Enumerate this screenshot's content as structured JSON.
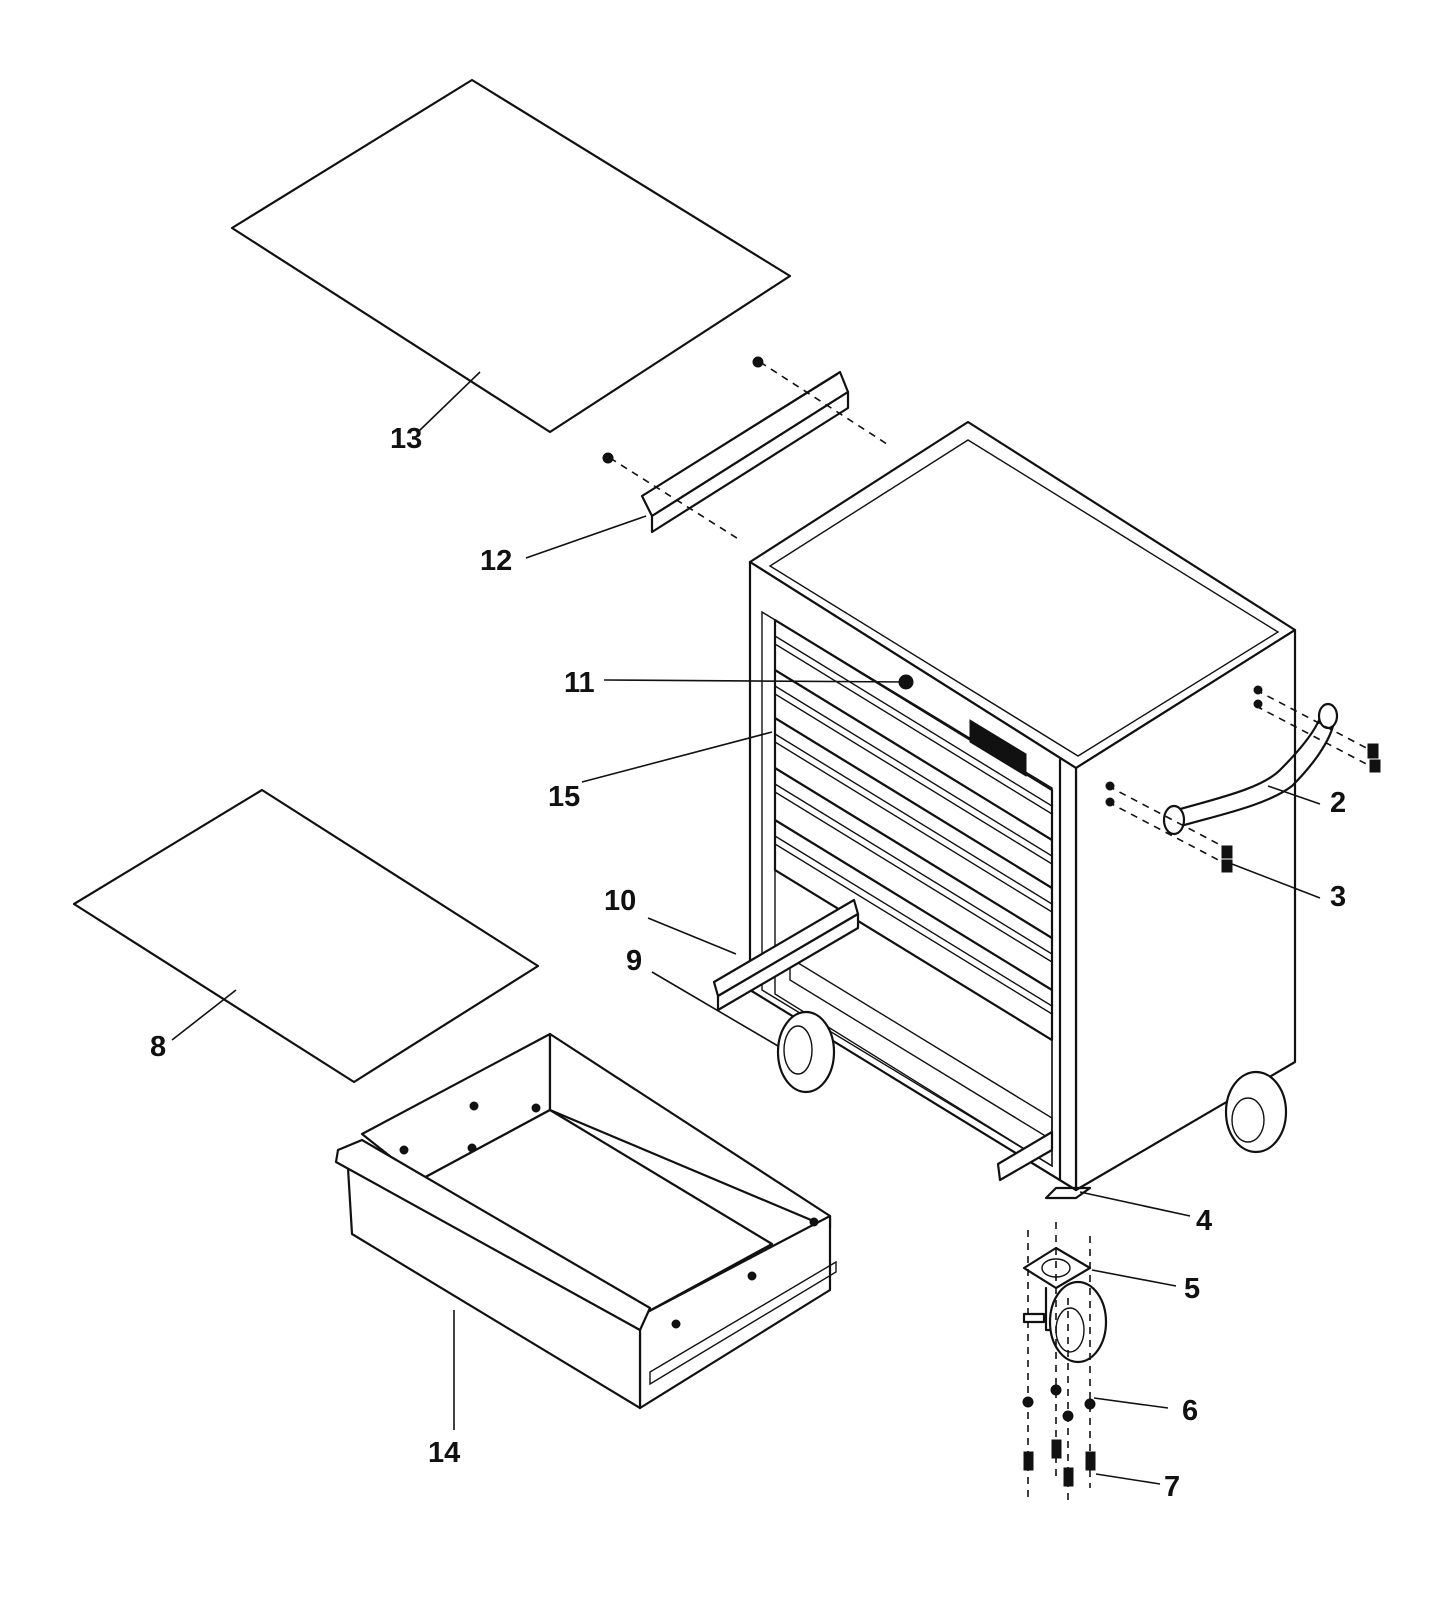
{
  "callouts": {
    "c2": "2",
    "c3": "3",
    "c4": "4",
    "c5": "5",
    "c6": "6",
    "c7": "7",
    "c8": "8",
    "c9": "9",
    "c10": "10",
    "c11": "11",
    "c12": "12",
    "c13": "13",
    "c14": "14",
    "c15": "15"
  }
}
